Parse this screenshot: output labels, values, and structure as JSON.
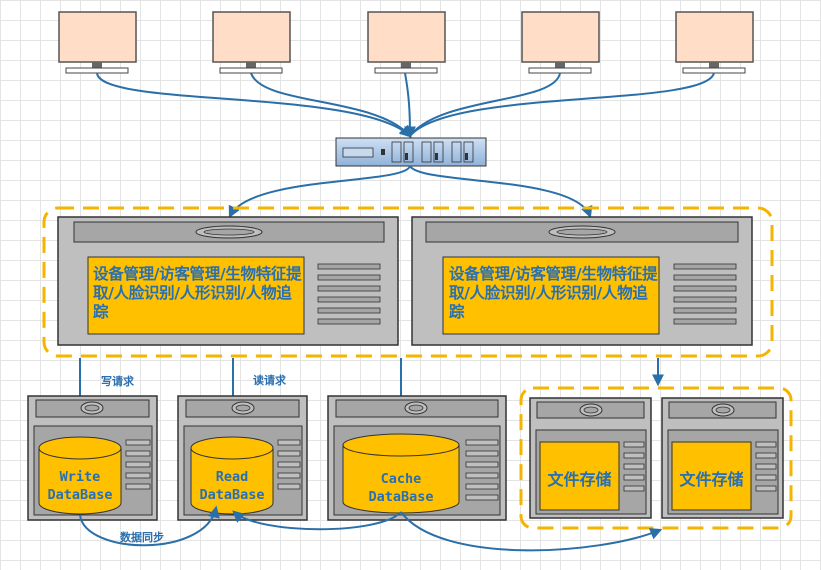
{
  "app_servers": [
    {
      "text": "设备管理/访客管理/生物特征提取/人脸识别/人形识别/人物追踪"
    },
    {
      "text": "设备管理/访客管理/生物特征提取/人脸识别/人形识别/人物追踪"
    }
  ],
  "databases": [
    {
      "text": "Write\nDataBase"
    },
    {
      "text": "Read\nDataBase"
    },
    {
      "text": "Cache\nDataBase"
    }
  ],
  "file_storage": [
    {
      "text": "文件存储"
    },
    {
      "text": "文件存储"
    }
  ],
  "edge_labels": {
    "write_request": "写请求",
    "read_request": "读请求",
    "data_sync": "数据同步"
  },
  "colors": {
    "connector": "#2a6fa8",
    "group_border": "#f5b400",
    "server_panel": "#ffc000",
    "label_text": "#2a6fb0",
    "monitor_screen": "#ffddc6",
    "server_body": "#bfbfbf"
  }
}
